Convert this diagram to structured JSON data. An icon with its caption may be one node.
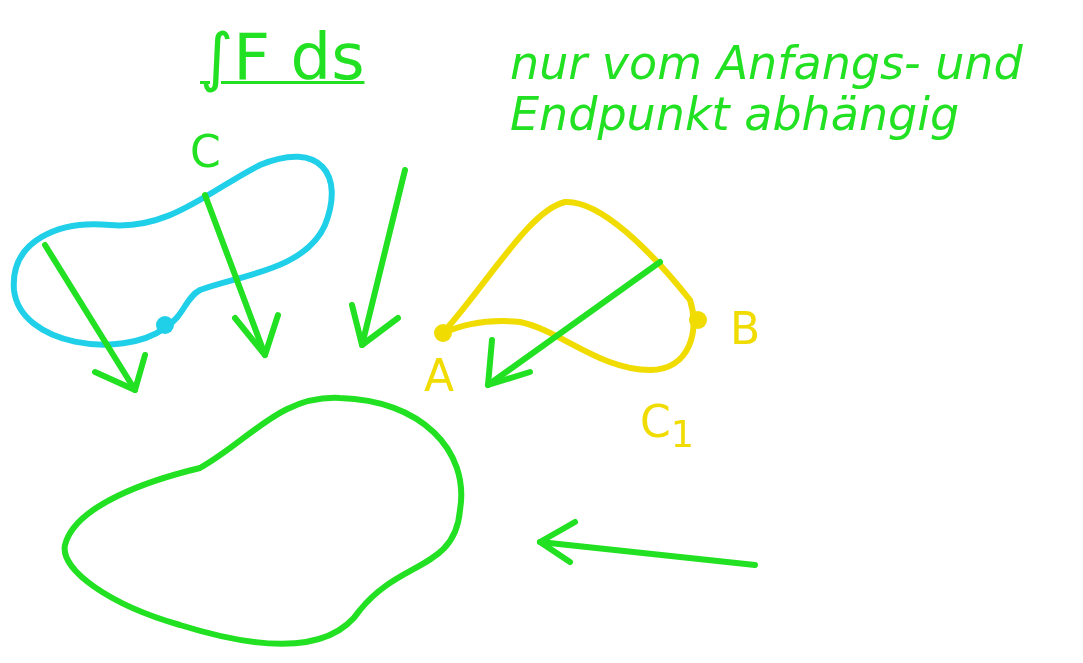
{
  "diagram": {
    "labels": [
      "∫F ds",
      "nur vom Anfangs- und Endpunkt abhängig",
      "C",
      "A",
      "B",
      "C$_{1}$"
    ]
  }
}
